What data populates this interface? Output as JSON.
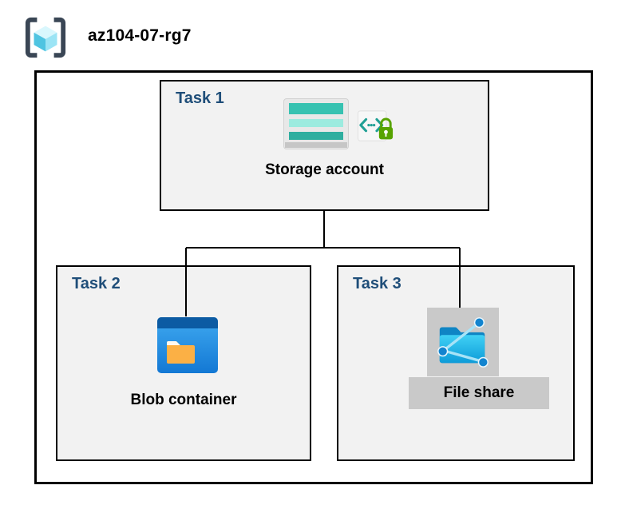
{
  "resource_group": {
    "name": "az104-07-rg7",
    "icon": "resource-group-icon"
  },
  "tasks": [
    {
      "label": "Task 1",
      "resource": "Storage account",
      "icons": [
        "storage-account-icon",
        "code-lock-icon"
      ]
    },
    {
      "label": "Task 2",
      "resource": "Blob container",
      "icons": [
        "blob-container-icon"
      ]
    },
    {
      "label": "Task 3",
      "resource": "File share",
      "icons": [
        "file-share-icon"
      ],
      "highlighted": true
    }
  ],
  "colors": {
    "task_label": "#1f4e79",
    "box_fill": "#f2f2f2",
    "box_border": "#000000",
    "outer_border": "#000000",
    "connector": "#000000",
    "highlight_gray": "#c9c9c9",
    "storage_teal": "#37c2b1",
    "storage_light_teal": "#9cebdf",
    "blob_header_blue": "#0c5ba3",
    "blob_body_blue": "#1b93eb",
    "folder_orange": "#fbb045",
    "file_share_cyan": "#29c3ec",
    "node_blue": "#1284cf",
    "lock_green": "#57a300"
  }
}
